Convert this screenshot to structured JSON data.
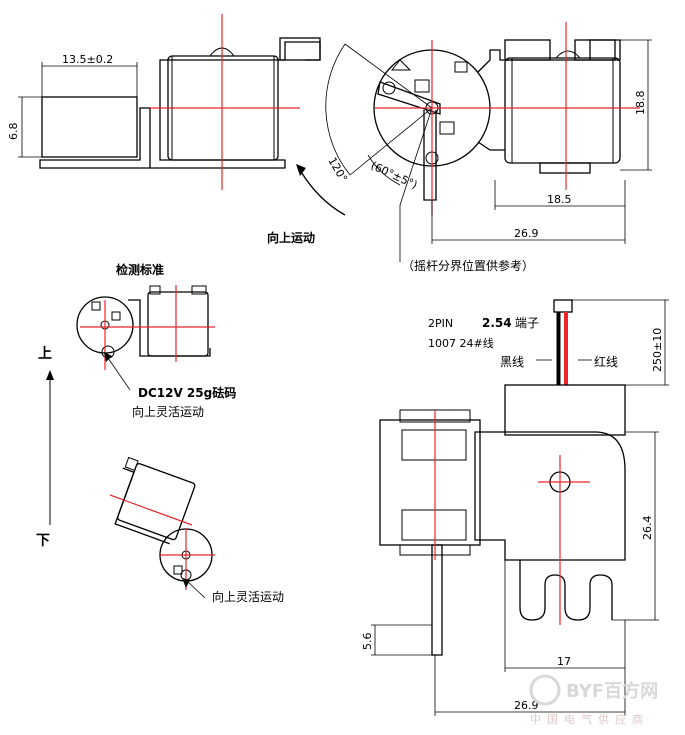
{
  "dimensions": {
    "top_left_width": "13.5±0.2",
    "top_left_height": "6.8",
    "top_right_height": "18.8",
    "top_right_body": "18.5",
    "top_right_total": "26.9",
    "angle_total": "120°",
    "angle_partial": "(60°±5°)",
    "wire_length": "250±10",
    "bottom_height": "26.4",
    "bottom_pin": "5.6",
    "bottom_body": "17",
    "bottom_total": "26.9"
  },
  "labels": {
    "upward_motion": "向上运动",
    "rocker_note": "（摇杆分界位置供参考）",
    "test_standard": "检测标准",
    "test_weight": "DC12V 25g砝码",
    "flexible_motion_1": "向上灵活运动",
    "flexible_motion_2": "向上灵活运动",
    "up": "上",
    "down": "下",
    "pin_spec_prefix": "2PIN",
    "pin_spec_bold": "2.54",
    "pin_spec_suffix": "端子",
    "wire_spec": "1007 24#线",
    "black_wire": "黑线",
    "red_wire": "红线"
  },
  "watermark": {
    "brand": "BYF百方网",
    "tagline": "中国电气供应商"
  },
  "colors": {
    "line": "#000000",
    "centerline": "#e8272a",
    "red_wire": "#e8272a",
    "black_wire": "#000000",
    "watermark": "#d8d8d8"
  }
}
